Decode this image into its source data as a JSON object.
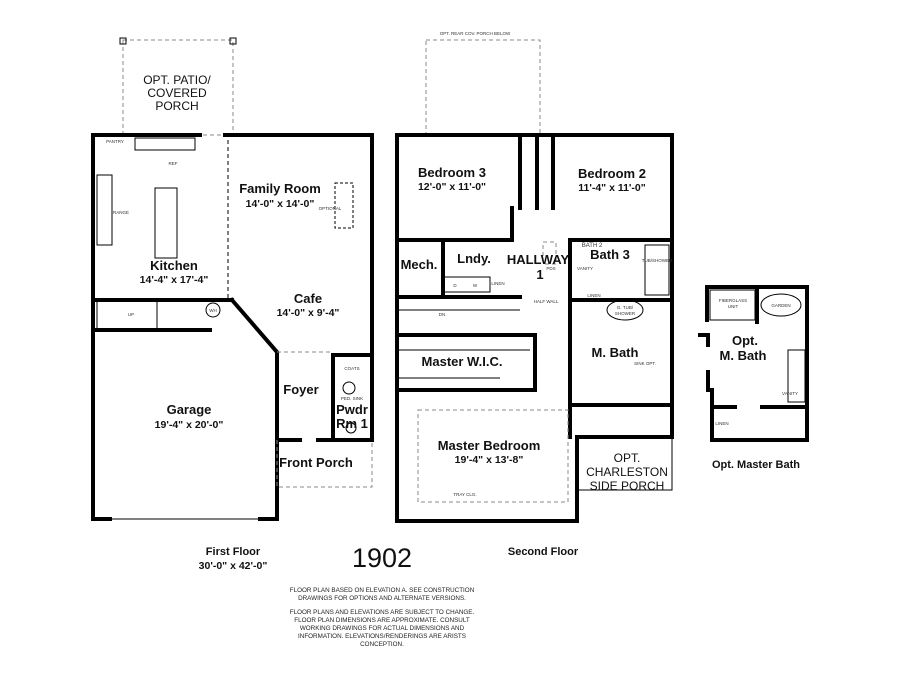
{
  "plan_number": "1902",
  "first_floor": {
    "caption": "First Floor",
    "overall_dims": "30'-0\" x 42'-0\"",
    "rooms": {
      "patio": [
        "OPT. PATIO/",
        "COVERED",
        "PORCH"
      ],
      "family_room": {
        "name": "Family Room",
        "dims": "14'-0\" x 14'-0\""
      },
      "kitchen": {
        "name": "Kitchen",
        "dims": "14'-4\" x 17'-4\""
      },
      "cafe": {
        "name": "Cafe",
        "dims": "14'-0\" x 9'-4\""
      },
      "garage": {
        "name": "Garage",
        "dims": "19'-4\" x 20'-0\""
      },
      "foyer": "Foyer",
      "powder": [
        "Pwdr",
        "Rm 1"
      ],
      "front_porch": "Front Porch"
    },
    "small_labels": {
      "pantry": "PANTRY",
      "ref": "REF",
      "range": "RANGE",
      "optional": "OPTIONAL",
      "up": "UP",
      "wh": "WH",
      "coats": "COATS",
      "ped_sink": "PED. SINK"
    }
  },
  "second_floor": {
    "caption": "Second Floor",
    "rear_porch_note": "OPT. REAR COV. PORCH BELOW",
    "rooms": {
      "bedroom3": {
        "name": "Bedroom 3",
        "dims": "12'-0\" x 11'-0\""
      },
      "bedroom2": {
        "name": "Bedroom 2",
        "dims": "11'-4\" x 11'-0\""
      },
      "mech": "Mech.",
      "laundry": "Lndy.",
      "hallway": [
        "HALLWAY",
        "1"
      ],
      "bath3": {
        "alt": "BATH 2",
        "name": "Bath 3"
      },
      "master_wic": "Master W.I.C.",
      "m_bath": "M. Bath",
      "master_bedroom": {
        "name": "Master Bedroom",
        "dims": "19'-4\" x 13'-8\""
      },
      "charleston": [
        "OPT.",
        "CHARLESTON",
        "SIDE PORCH"
      ]
    },
    "small_labels": {
      "d": "D",
      "w": "W",
      "linen": "LINEN",
      "pds": "PDS",
      "half_wall": "HALF WALL",
      "dn": "DN",
      "vanity": "VANITY",
      "tub_shower": "TUB/SHOWER",
      "g_tub": "G. TUB/",
      "shower": "SHOWER",
      "sink_opt": "SINK OPT.",
      "tray_clg": "TRAY CLG."
    }
  },
  "opt_master_bath": {
    "caption": "Opt. Master Bath",
    "room": [
      "Opt.",
      "M. Bath"
    ],
    "small_labels": {
      "fiberglass": "FIBERGLASS",
      "unit": "UNIT",
      "garden": "GARDEN",
      "linen": "LINEN",
      "vanity": "VANITY"
    }
  },
  "notes": [
    "FLOOR PLAN BASED ON ELEVATION A. SEE CONSTRUCTION",
    "DRAWINGS FOR OPTIONS AND ALTERNATE VERSIONS.",
    "FLOOR PLANS AND ELEVATIONS ARE SUBJECT TO CHANGE.",
    "FLOOR PLAN DIMENSIONS ARE APPROXIMATE. CONSULT",
    "WORKING DRAWINGS FOR ACTUAL DIMENSIONS AND",
    "INFORMATION. ELEVATIONS/RENDERINGS ARE ARISTS",
    "CONCEPTION."
  ]
}
